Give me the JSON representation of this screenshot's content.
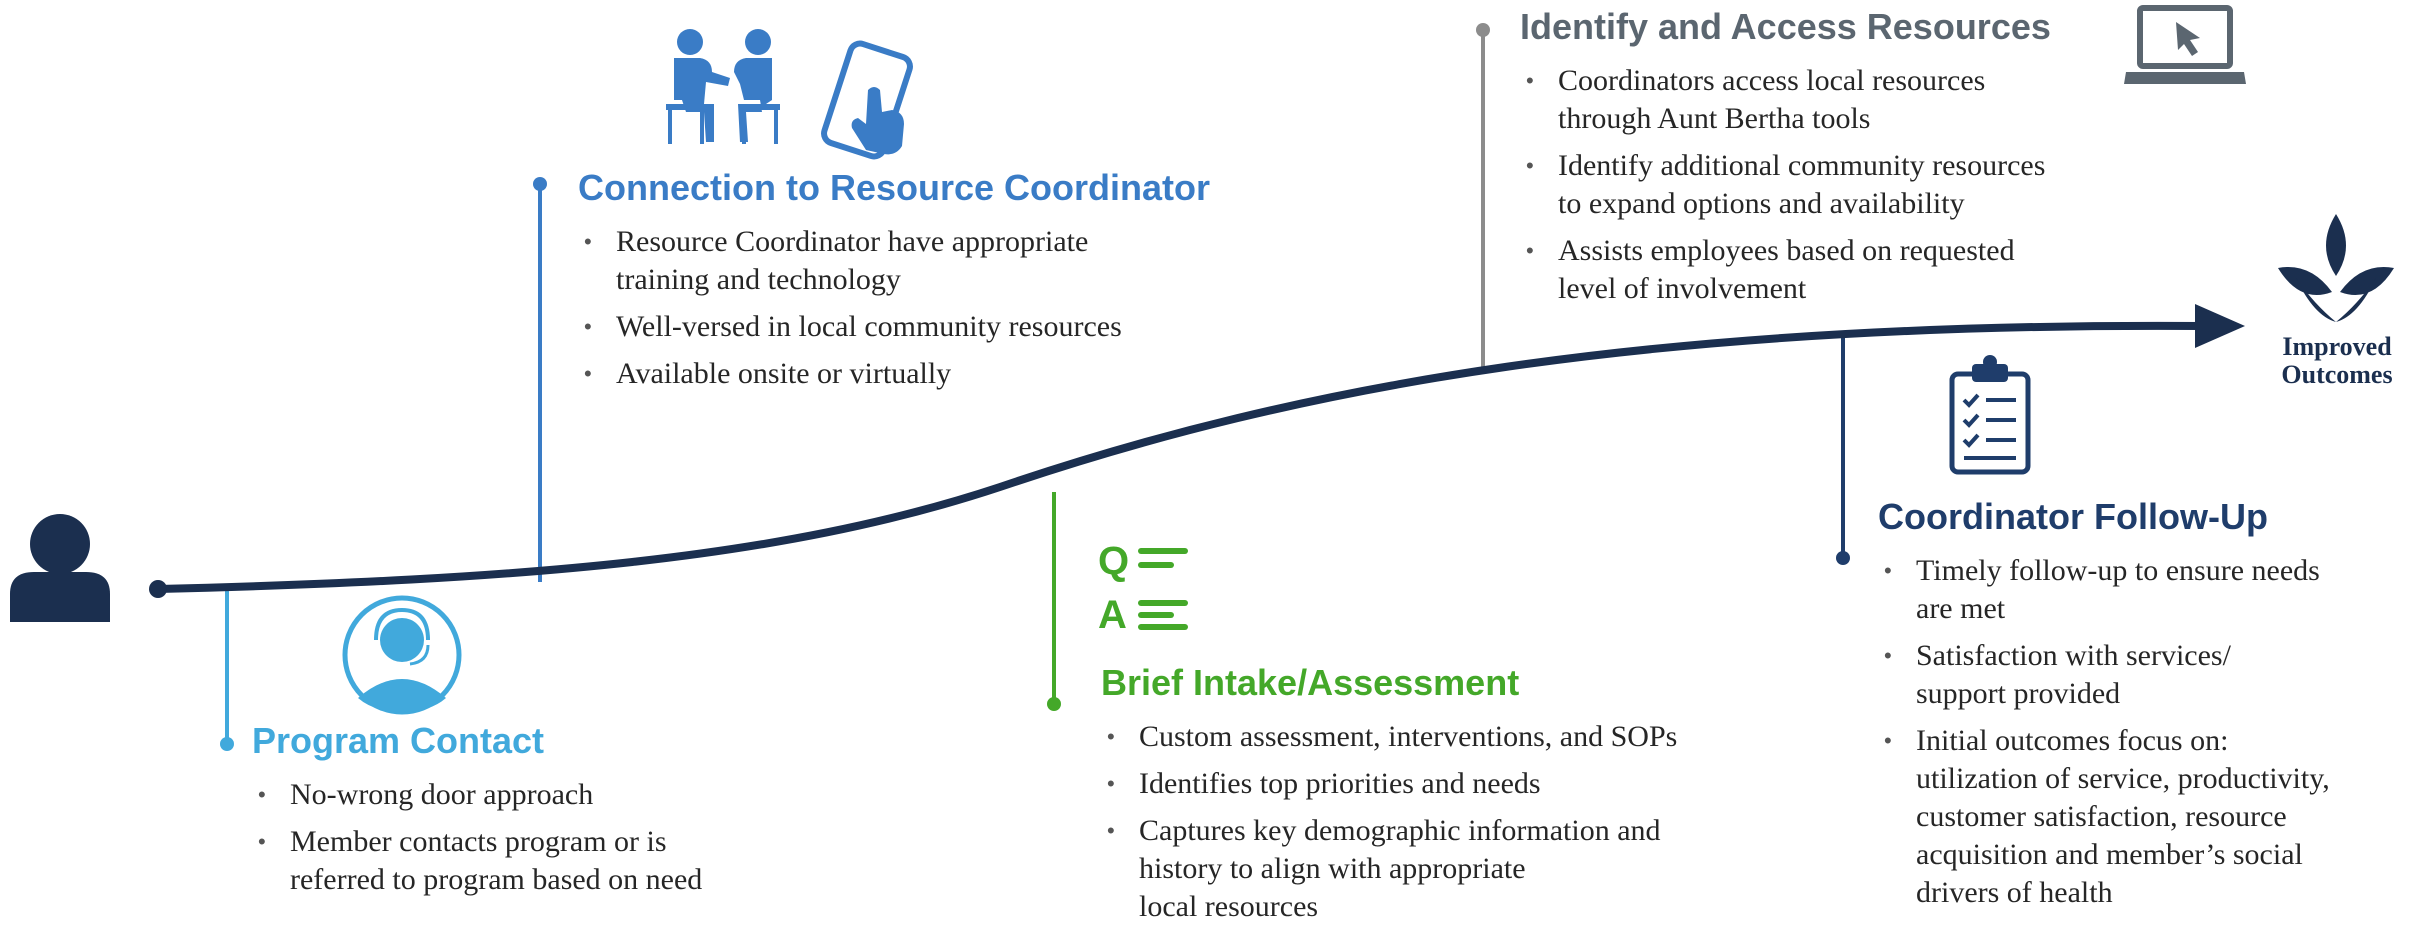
{
  "stages": [
    {
      "id": "program-contact",
      "title": "Program Contact",
      "color": "#41a9dc",
      "icon": "support-agent-icon",
      "bullets": [
        "No-wrong door approach",
        "Member contacts program or is\nreferred to program based on need"
      ]
    },
    {
      "id": "connection",
      "title": "Connection to Resource Coordinator",
      "color": "#3a7cc6",
      "icon": "people-and-phone-icon",
      "bullets": [
        "Resource Coordinator have appropriate\ntraining and technology",
        "Well-versed in local community resources",
        "Available onsite or virtually"
      ]
    },
    {
      "id": "intake",
      "title": "Brief Intake/Assessment",
      "color": "#44a829",
      "icon": "qa-icon",
      "bullets": [
        "Custom assessment, interventions, and SOPs",
        "Identifies top priorities and needs",
        "Captures key demographic information and\nhistory to align with appropriate\nlocal resources"
      ]
    },
    {
      "id": "access",
      "title": "Identify and Access Resources",
      "color": "#5b6670",
      "icon": "laptop-icon",
      "bullets": [
        "Coordinators access local resources\nthrough Aunt Bertha tools",
        "Identify additional community resources\nto expand options and availability",
        "Assists employees based on requested\nlevel of involvement"
      ]
    },
    {
      "id": "follow-up",
      "title": "Coordinator Follow-Up",
      "color": "#1f3d6b",
      "icon": "clipboard-checklist-icon",
      "bullets": [
        "Timely follow-up to ensure needs\nare met",
        "Satisfaction with services/\nsupport provided",
        "Initial outcomes focus on:\nutilization of service, productivity,\ncustomer satisfaction, resource\nacquisition and member’s social\ndrivers of health"
      ]
    }
  ],
  "outcome": {
    "label": "Improved\nOutcomes",
    "icon": "lotus-leaf-icon",
    "color": "#1b2f4f"
  },
  "start_icon": "member-person-icon",
  "intake_icon_letters": {
    "q": "Q",
    "a": "A"
  },
  "path_color": "#1b2f4f"
}
